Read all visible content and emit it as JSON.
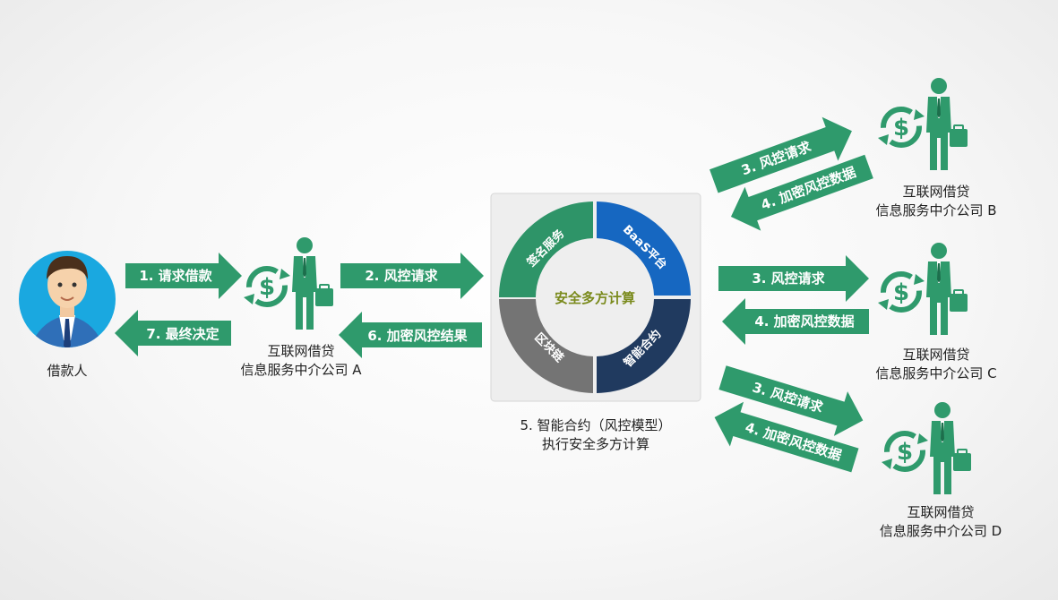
{
  "actors": {
    "borrower": {
      "label": "借款人"
    },
    "company_a": {
      "line1": "互联网借贷",
      "line2": "信息服务中介公司 A"
    },
    "company_b": {
      "line1": "互联网借贷",
      "line2": "信息服务中介公司 B"
    },
    "company_c": {
      "line1": "互联网借贷",
      "line2": "信息服务中介公司 C"
    },
    "company_d": {
      "line1": "互联网借贷",
      "line2": "信息服务中介公司 D"
    }
  },
  "arrows": {
    "request_loan": "1. 请求借款",
    "final_decision": "7. 最终决定",
    "risk_request_a": "2. 风控请求",
    "encrypted_result": "6. 加密风控结果",
    "risk_request_b": "3. 风控请求",
    "encrypted_data_b": "4. 加密风控数据",
    "risk_request_c": "3. 风控请求",
    "encrypted_data_c": "4. 加密风控数据",
    "risk_request_d": "3. 风控请求",
    "encrypted_data_d": "4. 加密风控数据"
  },
  "platform": {
    "segments": {
      "signature": "签名服务",
      "baas": "BaaS平台",
      "smart_contract": "智能合约",
      "blockchain": "区块链"
    },
    "center": "安全多方计算",
    "caption_line1": "5. 智能合约（风控模型）",
    "caption_line2": "执行安全多方计算"
  },
  "colors": {
    "arrow_green": "#2f9a6c",
    "segment_green": "#2e9468",
    "segment_blue": "#1667c1",
    "segment_navy": "#203a5f",
    "segment_gray": "#747474",
    "center_text": "#7a8a1c",
    "avatar_bg": "#1aa8e0"
  }
}
